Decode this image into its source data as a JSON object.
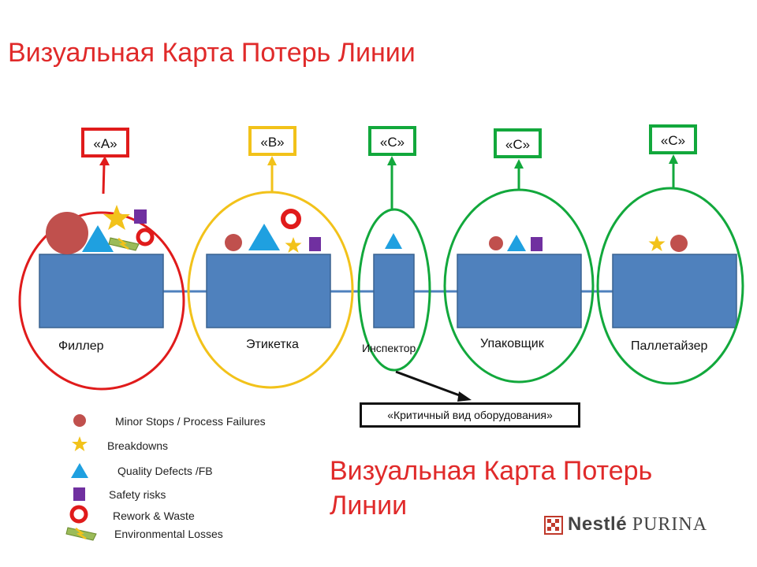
{
  "title": "Визуальная Карта Потерь Линии",
  "lower_title": "Визуальная Карта Потерь Линии",
  "stations": [
    {
      "name": "Филлер",
      "grade": "«A»",
      "color": "#e01b1b"
    },
    {
      "name": "Этикетка",
      "grade": "«B»",
      "color": "#f2c21a"
    },
    {
      "name": "Инспектор",
      "grade": "«C»",
      "color": "#12a83c"
    },
    {
      "name": "Упаковщик",
      "grade": "«C»",
      "color": "#12a83c"
    },
    {
      "name": "Паллетайзер",
      "grade": "«C»",
      "color": "#12a83c"
    }
  ],
  "critical_note": "«Критичный вид оборудования»",
  "legend": [
    {
      "icon": "circle-icon",
      "label": "Minor Stops / Process Failures"
    },
    {
      "icon": "star-icon",
      "label": "Breakdowns"
    },
    {
      "icon": "triangle-icon",
      "label": "Quality Defects /FB"
    },
    {
      "icon": "square-icon",
      "label": "Safety risks"
    },
    {
      "icon": "ring-icon",
      "label": "Rework & Waste"
    },
    {
      "icon": "lightning-icon",
      "label": "Environmental Losses"
    }
  ],
  "brand": {
    "nestle": "Nestlé",
    "purina": "PURINA"
  },
  "colors": {
    "machine": "#4f81bd",
    "minor_stop": "#c0504d",
    "breakdown": "#f2c21a",
    "quality": "#1fa0e0",
    "safety": "#7030a0",
    "rework": "#e01b1b",
    "environmental": "#9bbb59"
  }
}
